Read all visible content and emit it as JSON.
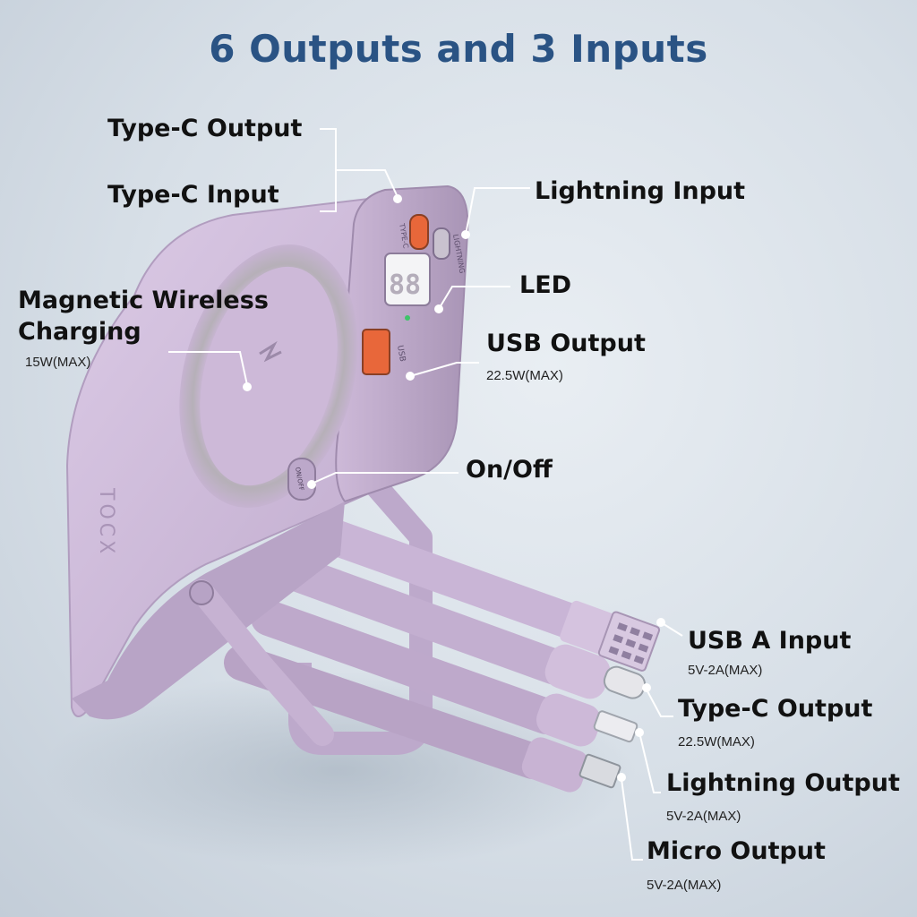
{
  "title": "6 Outputs and 3 Inputs",
  "device": {
    "port_print_typec": "TYPE-C",
    "port_print_lightning": "LIGHTNING",
    "port_print_usb": "USB",
    "button_print": "ON/OFF",
    "led_display": "88",
    "brand_print": "TOCX",
    "colors": {
      "body": "#cdb9d8",
      "body_dark": "#a995b6",
      "port_orange": "#e8673a",
      "title_blue": "#2a5384"
    }
  },
  "callouts": {
    "typec_output": "Type-C Output",
    "typec_input": "Type-C  Input",
    "lightning_input": "Lightning Input",
    "led": "LED",
    "wireless_1": "Magnetic Wireless",
    "wireless_2": "Charging",
    "wireless_spec": "15W(MAX)",
    "usb_output": "USB Output",
    "usb_output_spec": "22.5W(MAX)",
    "onoff": "On/Off",
    "usba_input": "USB A Input",
    "usba_input_spec": "5V-2A(MAX)",
    "typec_cable_output": "Type-C Output",
    "typec_cable_spec": "22.5W(MAX)",
    "lightning_output": "Lightning Output",
    "lightning_output_spec": "5V-2A(MAX)",
    "micro_output": "Micro Output",
    "micro_output_spec": "5V-2A(MAX)"
  }
}
